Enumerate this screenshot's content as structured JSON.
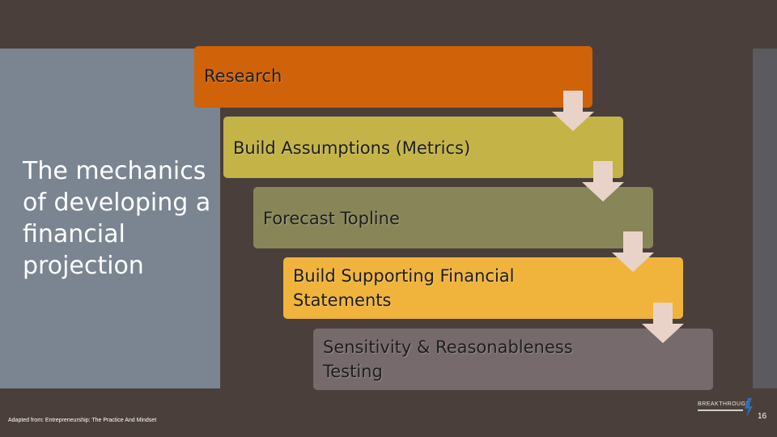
{
  "slide": {
    "title": "The mechanics of developing a financial projection",
    "footer_note": "Adapted from: Entrepreneurship: The Practice And Mindset",
    "slide_number": "16",
    "logo_text": "BREAKTHROUGH"
  },
  "steps": [
    {
      "label": "Research",
      "lines": [
        "Research"
      ],
      "color": "#d06209"
    },
    {
      "label": "Build Assumptions (Metrics)",
      "lines": [
        "Build Assumptions (Metrics)"
      ],
      "color": "#c4b347"
    },
    {
      "label": "Forecast Topline",
      "lines": [
        "Forecast Topline"
      ],
      "color": "#888558"
    },
    {
      "label": "Build Supporting Financial Statements",
      "lines": [
        "Build Supporting Financial",
        "Statements"
      ],
      "color": "#f0b43d"
    },
    {
      "label": "Sensitivity & Reasonableness Testing",
      "lines": [
        "Sensitivity & Reasonableness",
        "Testing"
      ],
      "color": "#766a6c"
    }
  ],
  "arrow_color": "#e9d3c8"
}
